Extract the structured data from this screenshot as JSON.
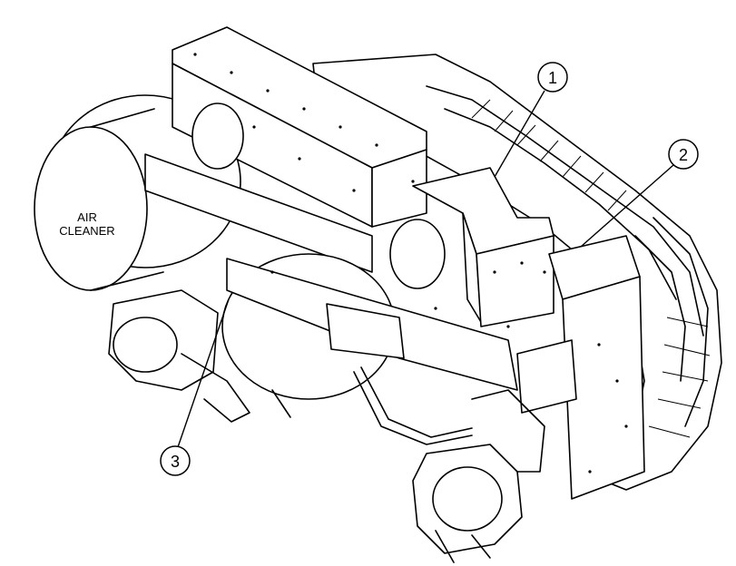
{
  "labels": {
    "air_cleaner_line1": "AIR",
    "air_cleaner_line2": "CLEANER"
  },
  "callouts": [
    {
      "number": "1"
    },
    {
      "number": "2"
    },
    {
      "number": "3"
    }
  ],
  "colors": {
    "line": "#000000",
    "background": "#ffffff"
  }
}
